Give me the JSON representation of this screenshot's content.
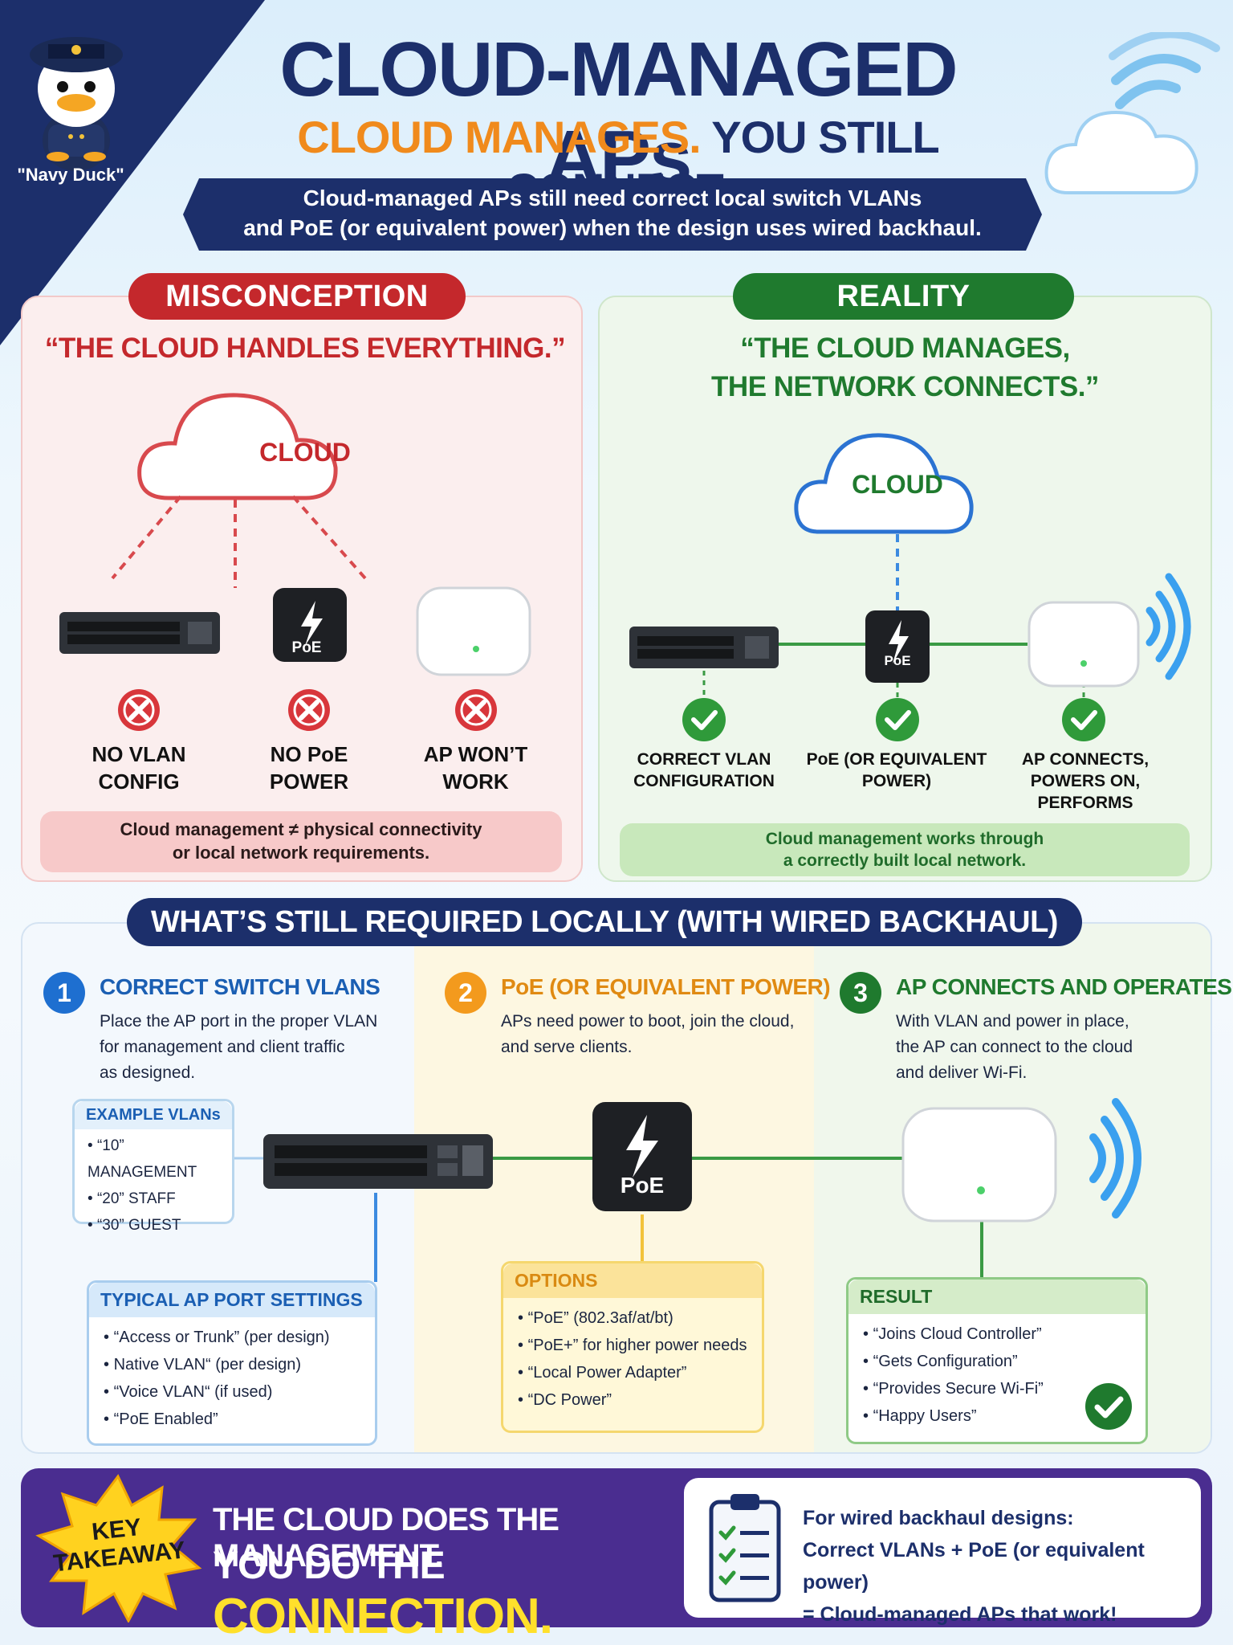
{
  "mascot": {
    "label": "\"Navy Duck\""
  },
  "header": {
    "title": "CLOUD-MANAGED APs",
    "subtitle_a": "CLOUD MANAGES.",
    "subtitle_b": "YOU STILL CONNECT.",
    "banner_line1": "Cloud-managed APs still need correct local switch VLANs",
    "banner_line2": "and PoE (or equivalent power) when the design uses wired backhaul."
  },
  "misconception": {
    "pill": "MISCONCEPTION",
    "quote": "“THE CLOUD HANDLES EVERYTHING.”",
    "cloud_label": "CLOUD",
    "poe_label": "PoE",
    "items": [
      {
        "line1": "NO VLAN",
        "line2": "CONFIG"
      },
      {
        "line1": "NO PoE",
        "line2": "POWER"
      },
      {
        "line1": "AP WON’T",
        "line2": "WORK"
      }
    ],
    "note_line1": "Cloud management ≠ physical connectivity",
    "note_line2": "or local network requirements."
  },
  "reality": {
    "pill": "REALITY",
    "quote_line1": "“THE CLOUD MANAGES,",
    "quote_line2": "THE NETWORK CONNECTS.”",
    "cloud_label": "CLOUD",
    "poe_label": "PoE",
    "items": [
      {
        "line1": "CORRECT VLAN",
        "line2": "CONFIGURATION",
        "line3": ""
      },
      {
        "line1": "PoE (OR EQUIVALENT",
        "line2": "POWER)",
        "line3": ""
      },
      {
        "line1": "AP CONNECTS,",
        "line2": "POWERS ON,",
        "line3": "PERFORMS"
      }
    ],
    "note_line1": "Cloud management works through",
    "note_line2": "a correctly built local network."
  },
  "required": {
    "title": "WHAT’S STILL REQUIRED LOCALLY (WITH WIRED BACKHAUL)",
    "poe_label": "PoE",
    "steps": [
      {
        "num": "1",
        "title": "CORRECT SWITCH VLANS",
        "desc": [
          "Place the AP port in the proper VLAN",
          "for management and client traffic",
          "as designed."
        ]
      },
      {
        "num": "2",
        "title": "PoE (OR EQUIVALENT POWER)",
        "desc": [
          "APs need power to boot, join the cloud,",
          "and serve clients."
        ]
      },
      {
        "num": "3",
        "title": "AP CONNECTS AND OPERATES",
        "desc": [
          "With VLAN and power in place,",
          "the AP can connect to the cloud",
          "and deliver Wi-Fi."
        ]
      }
    ],
    "example_vlans": {
      "title": "EXAMPLE VLANs",
      "items": [
        "“10” MANAGEMENT",
        "“20” STAFF",
        "“30” GUEST"
      ]
    },
    "port_settings": {
      "title": "TYPICAL AP PORT SETTINGS",
      "items": [
        "“Access or Trunk” (per design)",
        "Native VLAN“ (per design)",
        "“Voice VLAN“ (if used)",
        "“PoE Enabled”"
      ]
    },
    "options": {
      "title": "OPTIONS",
      "items": [
        "“PoE” (802.3af/at/bt)",
        "“PoE+” for higher power needs",
        "“Local Power Adapter”",
        "“DC Power”"
      ]
    },
    "result": {
      "title": "RESULT",
      "items": [
        "“Joins Cloud Controller”",
        "“Gets Configuration”",
        "“Provides Secure Wi-Fi”",
        "“Happy Users”"
      ]
    }
  },
  "takeaway": {
    "badge_line1": "KEY",
    "badge_line2": "TAKEAWAY",
    "line1": "THE CLOUD DOES THE MANAGEMENT.",
    "line2_a": "YOU DO THE ",
    "line2_b": "CONNECTION.",
    "card_line1": "For wired backhaul designs:",
    "card_line2": "Correct VLANs + PoE (or equivalent power)",
    "card_line3": "= Cloud-managed APs that work!"
  },
  "colors": {
    "navy": "#1c2f6b",
    "orange": "#f08a1c",
    "red": "#c4282c",
    "green": "#1f7a2e",
    "blue": "#1b5fb3",
    "purple": "#4a2d90",
    "yellow": "#ffe02b"
  }
}
